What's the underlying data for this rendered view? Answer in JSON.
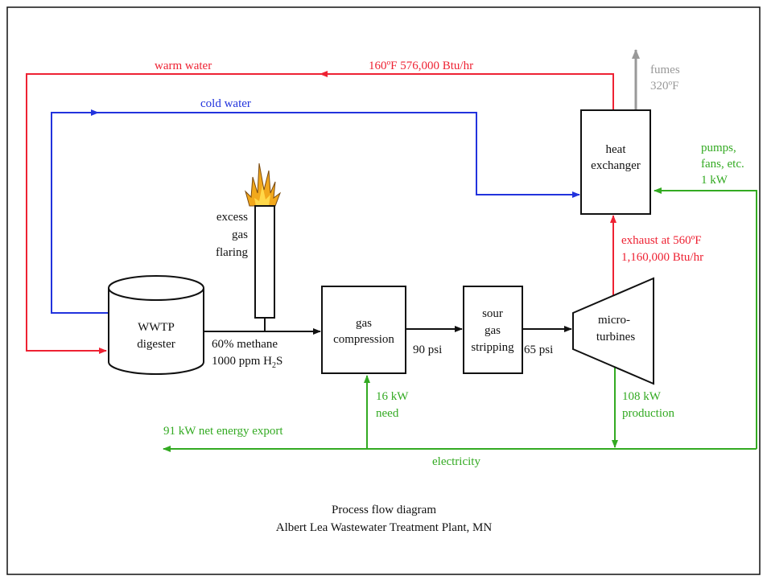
{
  "colors": {
    "hot": "#ee2233",
    "cold": "#2233dd",
    "power": "#33aa22",
    "fumes": "#999999",
    "process": "#111111"
  },
  "labels": {
    "warm_water": "warm water",
    "warm_water_flow": "160ºF  576,000 Btu/hr",
    "cold_water": "cold water",
    "fumes": "fumes",
    "fumes_temp": "320ºF",
    "heat_exchanger_1": "heat",
    "heat_exchanger_2": "exchanger",
    "pumps_1": "pumps,",
    "pumps_2": "fans, etc.",
    "pumps_3": "1 kW",
    "flare_1": "excess",
    "flare_2": "gas",
    "flare_3": "flaring",
    "digester_1": "WWTP",
    "digester_2": "digester",
    "methane": "60% methane",
    "h2s_prefix": "1000 ppm H",
    "h2s_sub": "2",
    "h2s_suffix": "S",
    "compression_1": "gas",
    "compression_2": "compression",
    "psi90": "90 psi",
    "stripping_1": "sour",
    "stripping_2": "gas",
    "stripping_3": "stripping",
    "psi65": "65 psi",
    "turbine_1": "micro-",
    "turbine_2": "turbines",
    "exhaust_1": "exhaust at 560ºF",
    "exhaust_2": "1,160,000 Btu/hr",
    "need_1": "16 kW",
    "need_2": "need",
    "production_1": "108 kW",
    "production_2": "production",
    "export": "91 kW net energy export",
    "electricity": "electricity",
    "caption_1": "Process flow diagram",
    "caption_2": "Albert Lea Wastewater Treatment Plant, MN"
  }
}
